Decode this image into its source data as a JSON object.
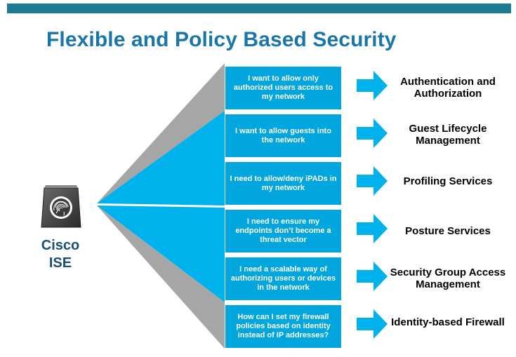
{
  "title": "Flexible and Policy Based Security",
  "device": {
    "name_line1": "Cisco",
    "name_line2": "ISE",
    "icon": "fingerprint-icon"
  },
  "rows": [
    {
      "question": "I want to allow only authorized users access to my network",
      "result": "Authentication and Authorization"
    },
    {
      "question": "I want to allow guests into the network",
      "result": "Guest Lifecycle Management"
    },
    {
      "question": "I need to allow/deny iPADs in my network",
      "result": "Profiling Services"
    },
    {
      "question": "I need to ensure my endpoints don’t become a threat vector",
      "result": "Posture Services"
    },
    {
      "question": "I need a scalable way of authorizing users or devices in the network",
      "result": "Security Group Access Management"
    },
    {
      "question": "How can I set my firewall policies based on identity instead of IP addresses?",
      "result": "Identity-based Firewall"
    }
  ],
  "colors": {
    "accent": "#00a6dd",
    "bar": "#1a7b93",
    "title": "#1976a8",
    "fan_gray": "#a6a6a6"
  }
}
